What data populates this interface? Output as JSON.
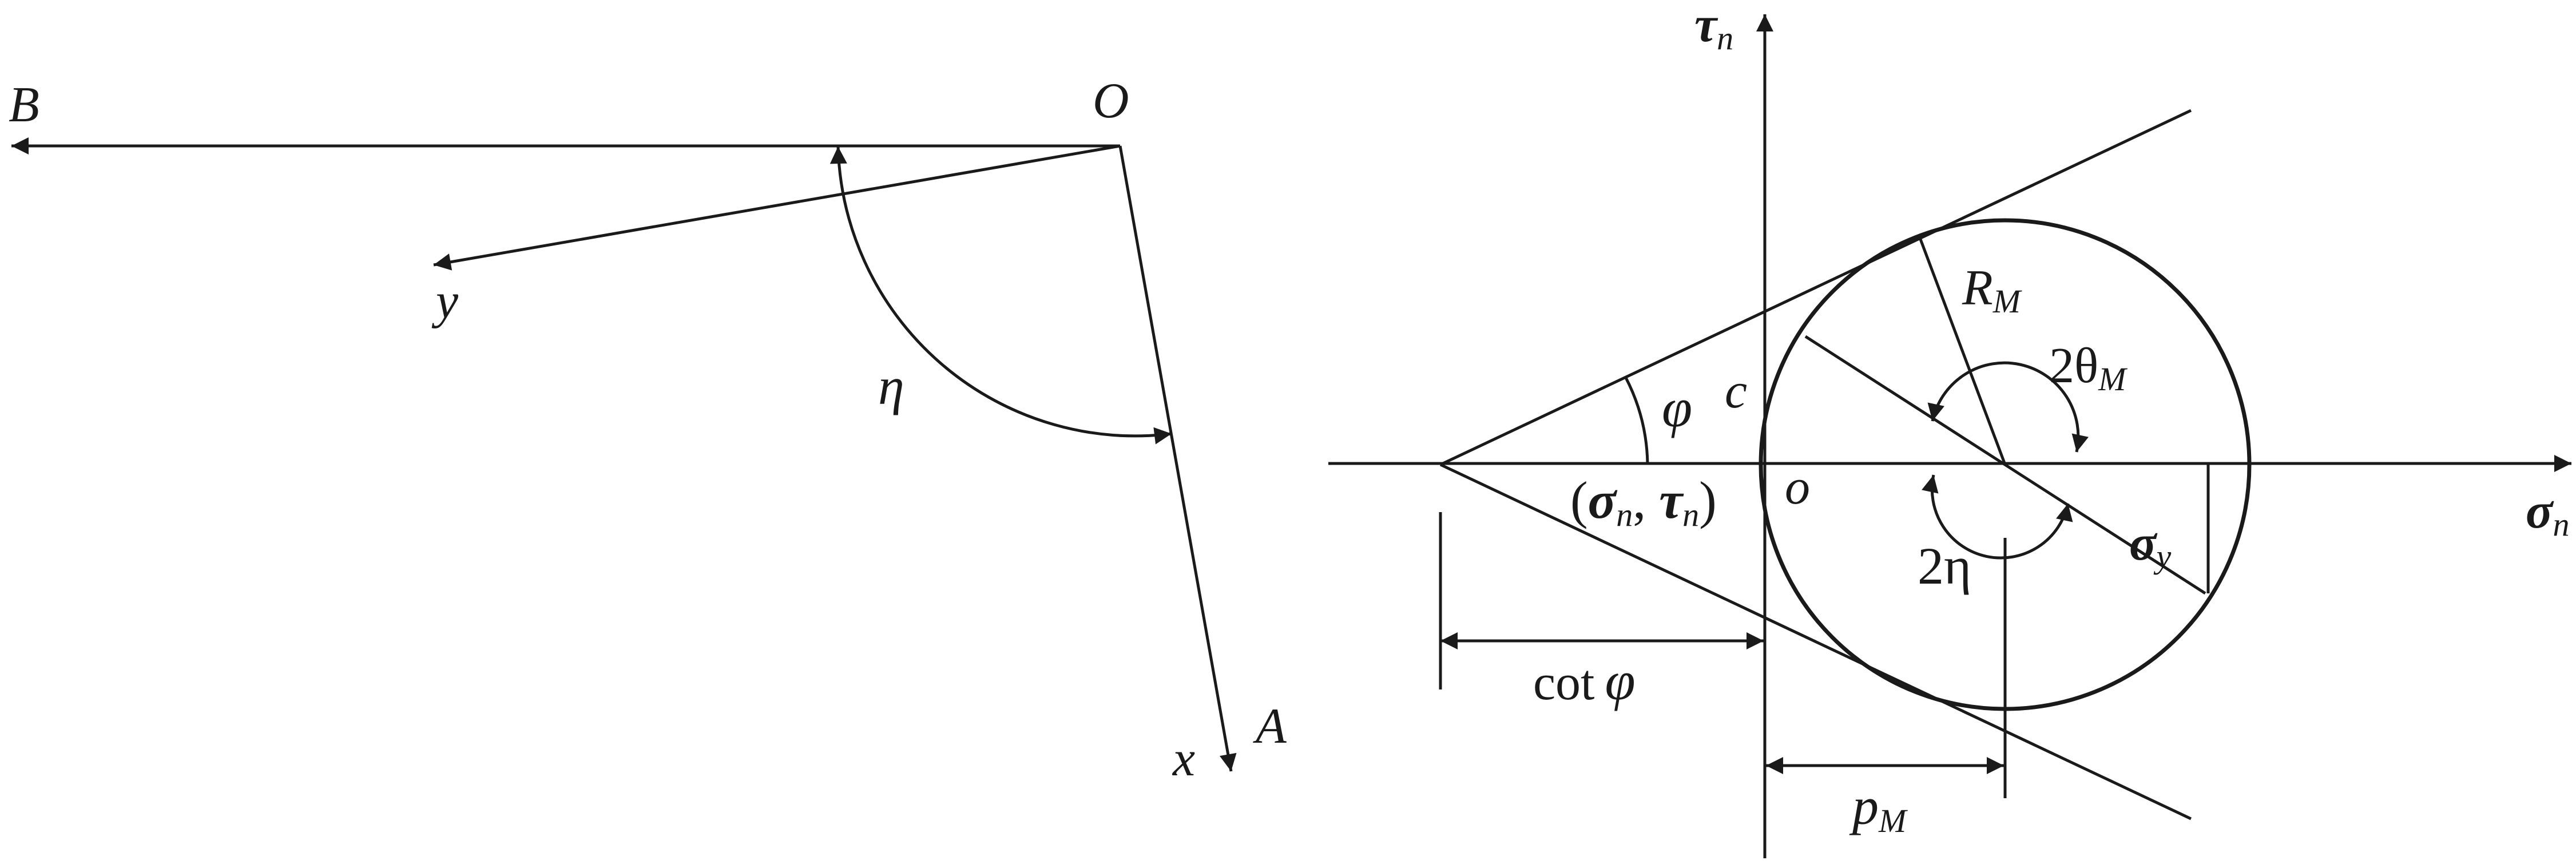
{
  "left_diagram": {
    "labels": {
      "B": "B",
      "O": "O",
      "y": "y",
      "eta": "η",
      "x": "x",
      "A": "A"
    }
  },
  "right_diagram": {
    "axes": {
      "tau": "τ",
      "tau_sub": "n",
      "sigma": "σ",
      "sigma_sub": "n"
    },
    "labels": {
      "R": "R",
      "R_sub": "M",
      "two_theta": "2θ",
      "two_theta_sub": "M",
      "phi": "φ",
      "c": "c",
      "point_open": "(",
      "point_sigma": "σ",
      "point_sigma_sub": "n",
      "point_comma": ", ",
      "point_tau": "τ",
      "point_tau_sub": "n",
      "point_close": ")",
      "origin": "o",
      "two_eta": "2η",
      "sigma_y": "σ",
      "sigma_y_sub": "y",
      "cot": "cot",
      "cot_phi": "φ",
      "p": "p",
      "p_sub": "M"
    }
  }
}
